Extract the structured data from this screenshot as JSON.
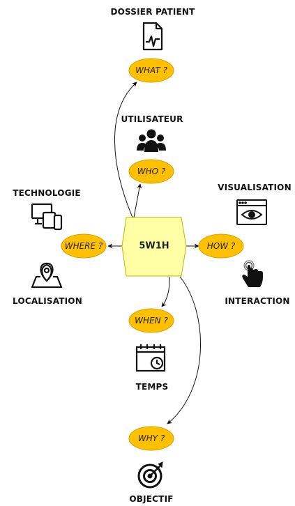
{
  "center": {
    "label": "5W1H"
  },
  "questions": {
    "what": "WHAT ?",
    "who": "WHO ?",
    "where": "WHERE ?",
    "how": "HOW ?",
    "when": "WHEN ?",
    "why": "WHY ?"
  },
  "labels": {
    "dossier": "DOSSIER PATIENT",
    "utilisateur": "UTILISATEUR",
    "technologie": "TECHNOLOGIE",
    "visualisation": "VISUALISATION",
    "localisation": "LOCALISATION",
    "interaction": "INTERACTION",
    "temps": "TEMPS",
    "objectif": "OBJECTIF"
  },
  "colors": {
    "ellipse_fill": "#FFC000",
    "ellipse_stroke": "#D4A000",
    "center_fill": "#FFFFA6",
    "center_stroke": "#B8B800",
    "arrow": "#111111"
  },
  "icons": {
    "dossier": "medical-document-icon",
    "utilisateur": "users-group-icon",
    "technologie": "devices-icon",
    "visualisation": "eye-window-icon",
    "localisation": "map-pin-icon",
    "interaction": "touch-hand-icon",
    "temps": "calendar-clock-icon",
    "objectif": "target-icon"
  }
}
